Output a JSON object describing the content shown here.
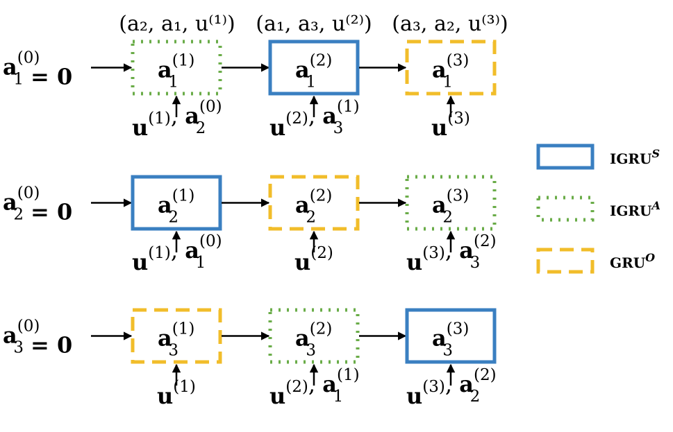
{
  "colors": {
    "igru_s": "#3a7fc1",
    "igru_a": "#6aac48",
    "gru_o": "#f1bd2a"
  },
  "header": {
    "col1": "(a₂, a₁, u⁽¹⁾)",
    "col2": "(a₁, a₃, u⁽²⁾)",
    "col3": "(a₃, a₂, u⁽³⁾)"
  },
  "rows": [
    {
      "init": {
        "sub": "1",
        "sup": "(0)",
        "eq": "= 0"
      },
      "cells": [
        {
          "style": "igru_a",
          "sub": "1",
          "sup": "(1)"
        },
        {
          "style": "igru_s",
          "sub": "1",
          "sup": "(2)"
        },
        {
          "style": "gru_o",
          "sub": "1",
          "sup": "(3)"
        }
      ],
      "inputs": [
        {
          "u_sup": "(1)",
          "a_sub": "2",
          "a_sup": "(0)"
        },
        {
          "u_sup": "(2)",
          "a_sub": "3",
          "a_sup": "(1)"
        },
        {
          "u_sup": "(3)"
        }
      ]
    },
    {
      "init": {
        "sub": "2",
        "sup": "(0)",
        "eq": "= 0"
      },
      "cells": [
        {
          "style": "igru_s",
          "sub": "2",
          "sup": "(1)"
        },
        {
          "style": "gru_o",
          "sub": "2",
          "sup": "(2)"
        },
        {
          "style": "igru_a",
          "sub": "2",
          "sup": "(3)"
        }
      ],
      "inputs": [
        {
          "u_sup": "(1)",
          "a_sub": "1",
          "a_sup": "(0)"
        },
        {
          "u_sup": "(2)"
        },
        {
          "u_sup": "(3)",
          "a_sub": "3",
          "a_sup": "(2)"
        }
      ]
    },
    {
      "init": {
        "sub": "3",
        "sup": "(0)",
        "eq": "= 0"
      },
      "cells": [
        {
          "style": "gru_o",
          "sub": "3",
          "sup": "(1)"
        },
        {
          "style": "igru_a",
          "sub": "3",
          "sup": "(2)"
        },
        {
          "style": "igru_s",
          "sub": "3",
          "sup": "(3)"
        }
      ],
      "inputs": [
        {
          "u_sup": "(1)"
        },
        {
          "u_sup": "(2)",
          "a_sub": "1",
          "a_sup": "(1)"
        },
        {
          "u_sup": "(3)",
          "a_sub": "2",
          "a_sup": "(2)"
        }
      ]
    }
  ],
  "legend": [
    {
      "style": "igru_s",
      "base": "IGRU",
      "sup": "S"
    },
    {
      "style": "igru_a",
      "base": "IGRU",
      "sup": "A"
    },
    {
      "style": "gru_o",
      "base": "GRU",
      "sup": "O"
    }
  ]
}
